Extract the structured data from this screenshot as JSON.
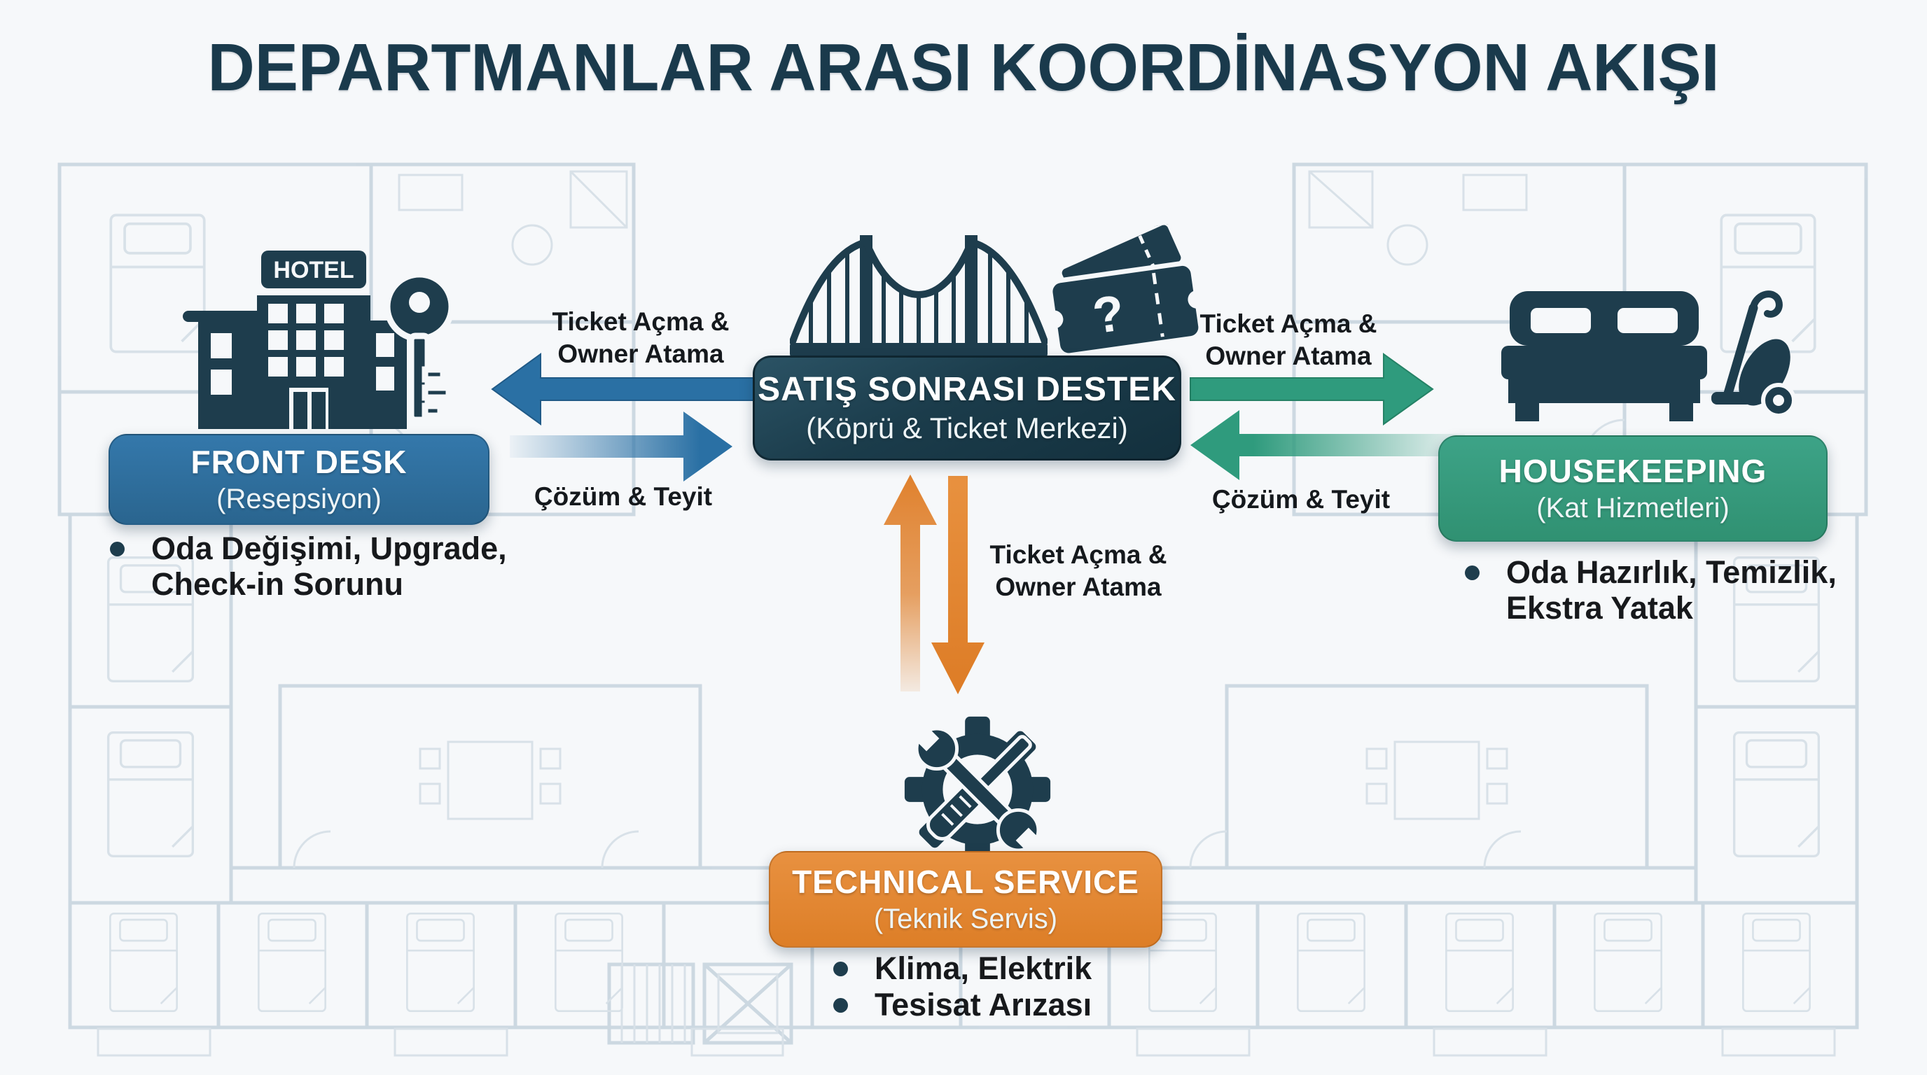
{
  "title": "DEPARTMANLAR ARASI KOORDİNASYON AKIŞI",
  "center": {
    "title": "SATIŞ SONRASI DESTEK",
    "subtitle": "(Köprü & Ticket Merkezi)",
    "ticket_glyph": "?"
  },
  "front_desk": {
    "title": "FRONT DESK",
    "subtitle": "(Resepsiyon)",
    "hotel_sign": "HOTEL",
    "bullet": {
      "lines": [
        "Oda Değişimi, Upgrade,",
        "Check-in Sorunu"
      ]
    }
  },
  "housekeeping": {
    "title": "HOUSEKEEPING",
    "subtitle": "(Kat Hizmetleri)",
    "bullet": {
      "lines": [
        "Oda Hazırlık, Temizlik,",
        "Ekstra Yatak"
      ]
    }
  },
  "technical": {
    "title": "TECHNICAL SERVICE",
    "subtitle": "(Teknik Servis)",
    "bullets": [
      "Klima, Elektrik",
      "Tesisat Arızası"
    ]
  },
  "labels": {
    "left_top": {
      "line1": "Ticket Açma &",
      "line2": "Owner Atama"
    },
    "left_bottom": "Çözüm & Teyit",
    "right_top": {
      "line1": "Ticket Açma &",
      "line2": "Owner Atama"
    },
    "right_bottom": "Çözüm & Teyit",
    "center_right": {
      "line1": "Ticket Açma &",
      "line2": "Owner Atama"
    }
  },
  "icons": {
    "front_desk": "hotel-building-key-icon",
    "center_bridge": "suspension-bridge-icon",
    "center_ticket": "support-ticket-icon",
    "housekeeping": "bed-vacuum-icon",
    "technical": "gear-wrench-icon"
  },
  "colors": {
    "title_text": "#1a3a4c",
    "dark_teal": "#1e3d4d",
    "blue_box": "#2e6e9f",
    "blue_arrow": "#2a70a4",
    "green_box": "#359c7c",
    "green_arrow": "#2f9b7d",
    "orange_box": "#e2862f",
    "orange_arrow": "#e0812d",
    "body_text": "#17191c",
    "background": "#f6f8fa"
  }
}
